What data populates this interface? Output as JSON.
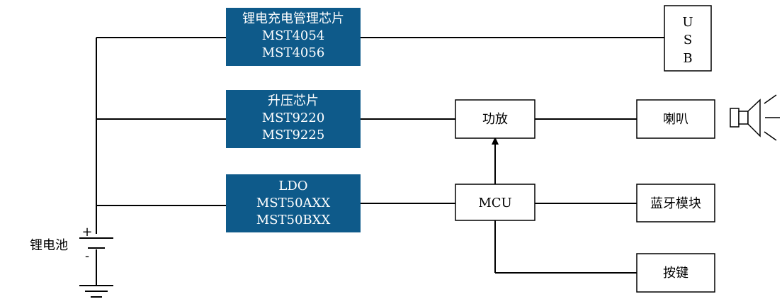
{
  "colors": {
    "chip_fill": "#0E5A8A",
    "line": "#000000",
    "box_stroke": "#000000"
  },
  "chips": {
    "charger": {
      "line1": "锂电充电管理芯片",
      "line2": "MST4054",
      "line3": "MST4056"
    },
    "boost": {
      "line1": "升压芯片",
      "line2": "MST9220",
      "line3": "MST9225"
    },
    "ldo": {
      "line1": "LDO",
      "line2": "MST50AXX",
      "line3": "MST50BXX"
    }
  },
  "blocks": {
    "usb": {
      "line1": "U",
      "line2": "S",
      "line3": "B"
    },
    "amp": "功放",
    "speaker": "喇叭",
    "mcu": "MCU",
    "bluetooth": "蓝牙模块",
    "keys": "按键"
  },
  "battery": {
    "label": "锂电池",
    "plus": "+",
    "minus": "-"
  },
  "icons": {
    "speaker": "speaker-icon",
    "ground": "ground-icon",
    "battery": "battery-icon"
  }
}
